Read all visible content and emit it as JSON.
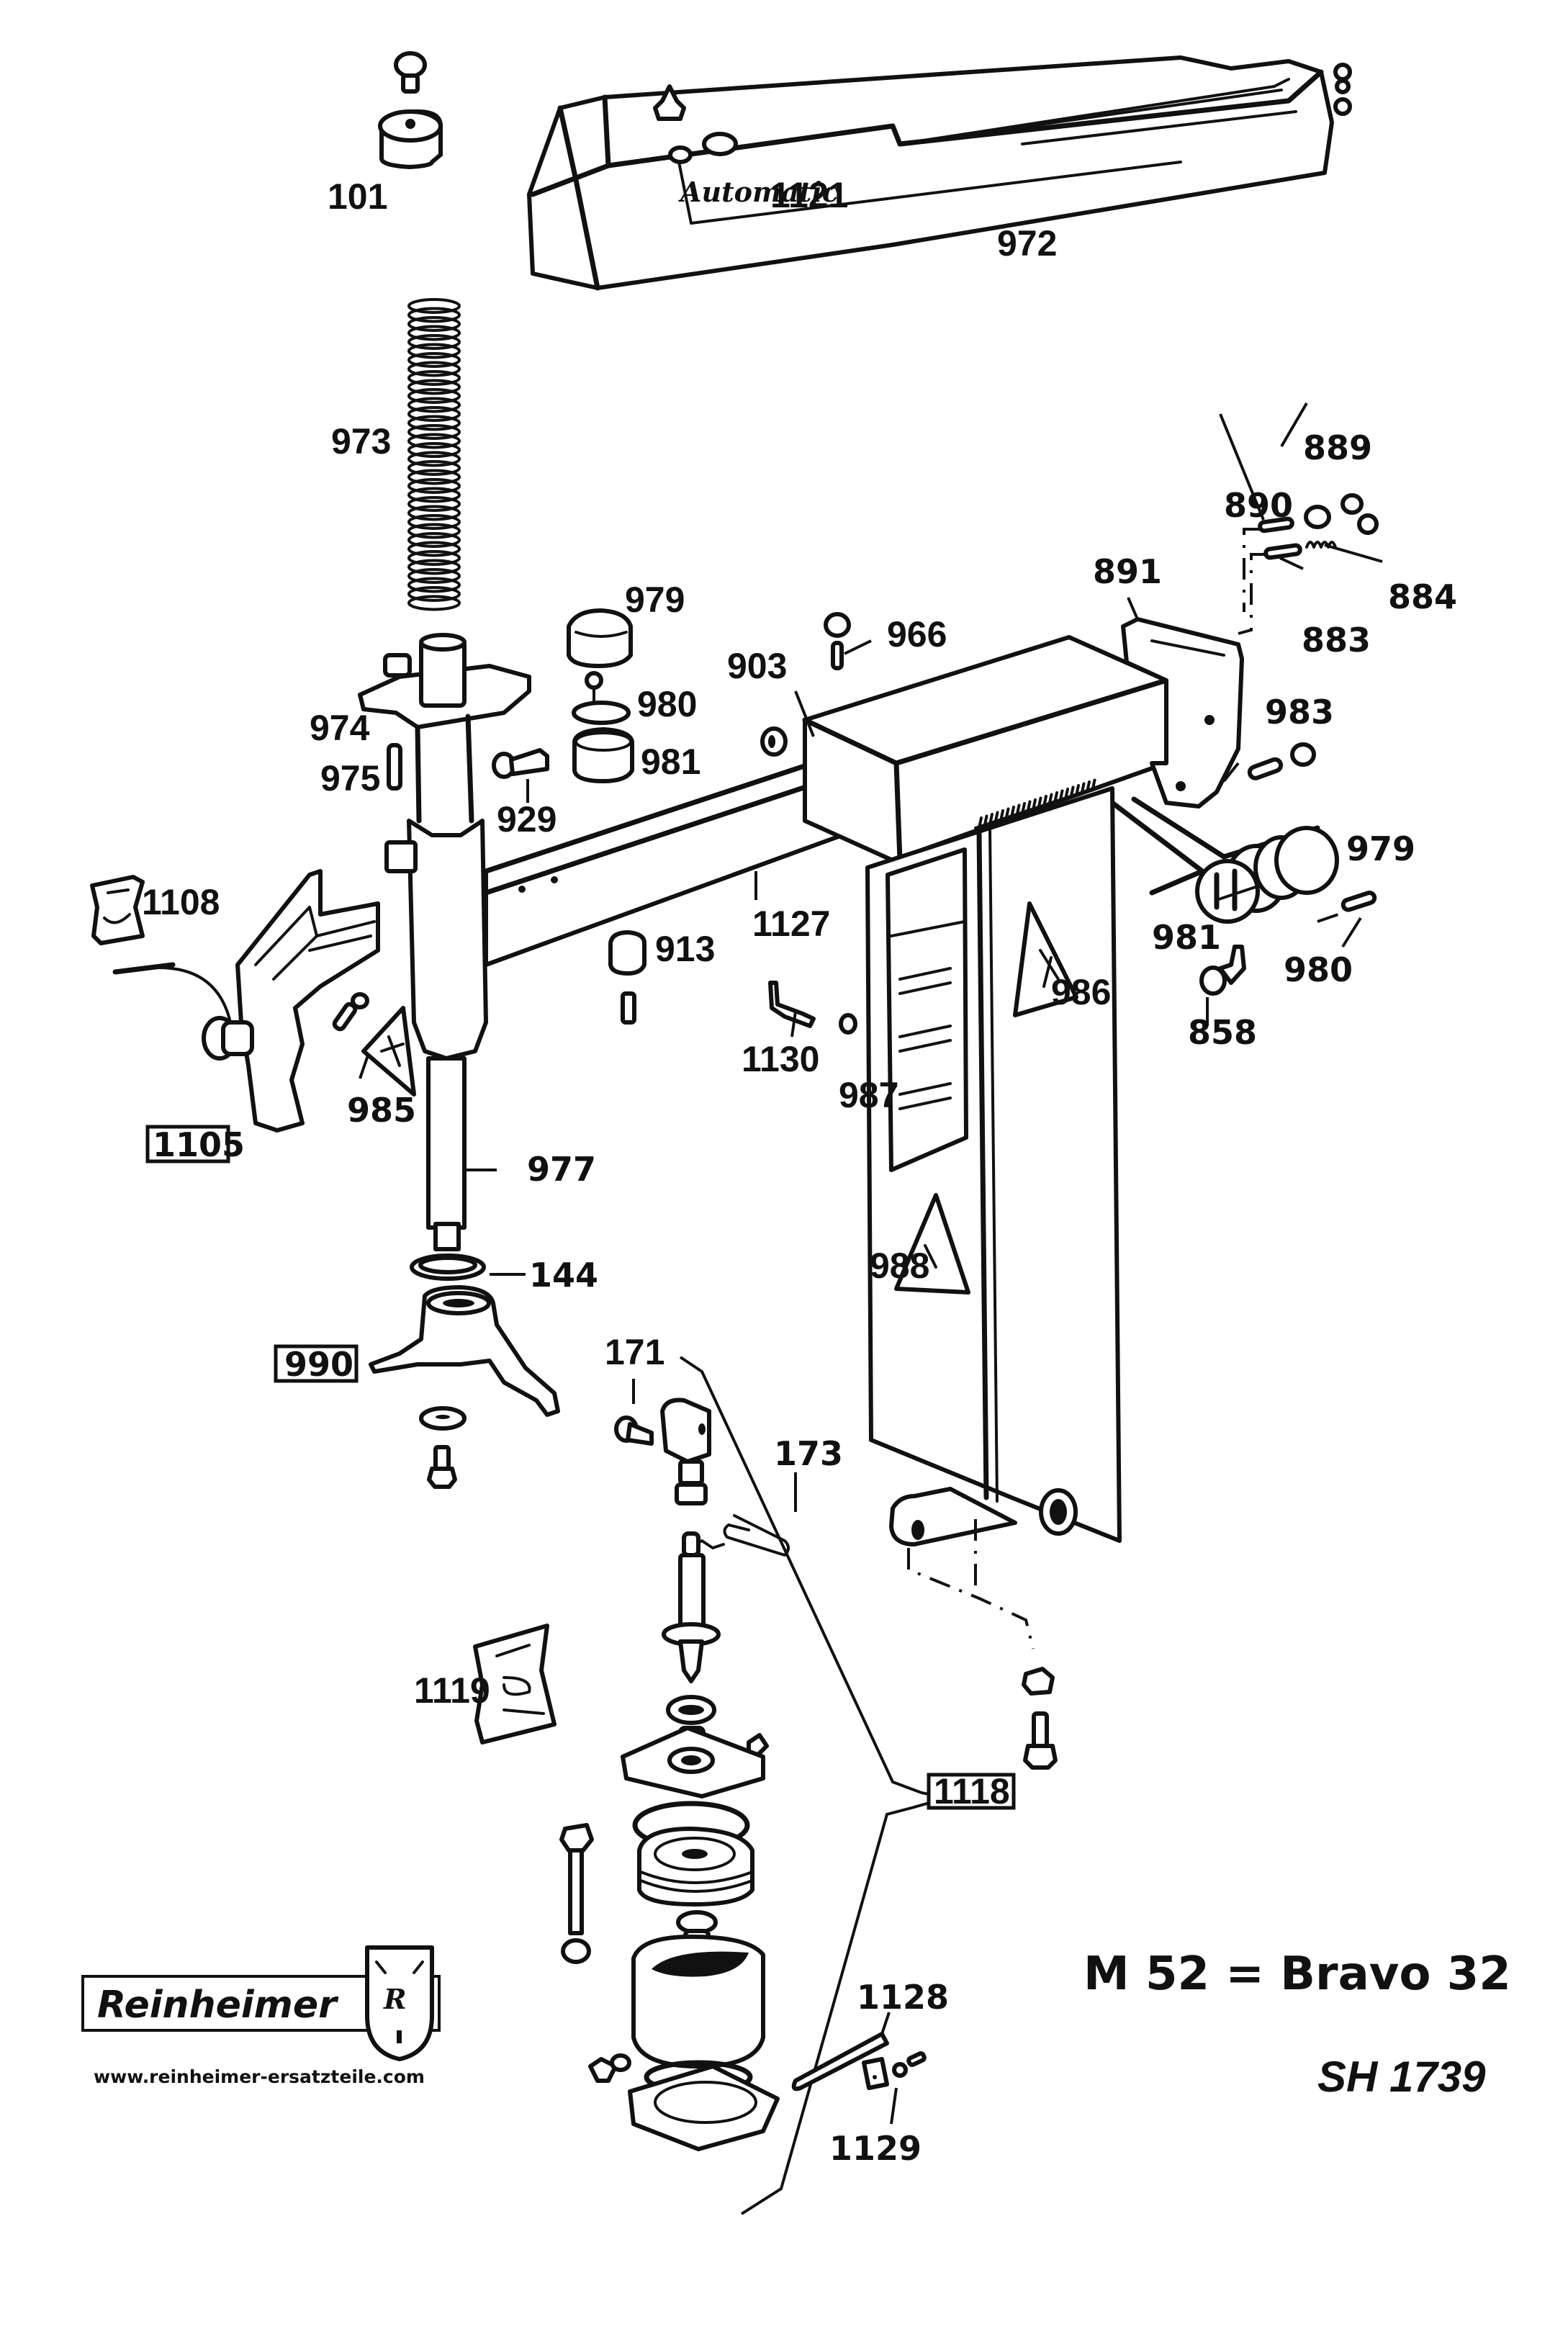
{
  "document": {
    "type": "exploded-view spare parts diagram",
    "model_title": "M 52 = Bravo 32",
    "sheet_number": "SH 1739",
    "brand": {
      "name": "Reinheimer",
      "emblem_letter": "R",
      "url": "www.reinheimer-ersatzteile.com"
    },
    "cover_embossing": "Automatic"
  },
  "callouts": {
    "c101": "101",
    "c1121": "1121",
    "c972": "972",
    "c973": "973",
    "c889": "889",
    "c890": "890",
    "c891": "891",
    "c884": "884",
    "c883": "883",
    "c979a": "979",
    "c966": "966",
    "c903": "903",
    "c980a": "980",
    "c974": "974",
    "c981a": "981",
    "c975": "975",
    "c929": "929",
    "c983": "983",
    "c979b": "979",
    "c1108": "1108",
    "c1127": "1127",
    "c913": "913",
    "c981b": "981",
    "c980b": "980",
    "c986": "986",
    "c858": "858",
    "c1130": "1130",
    "c985": "985",
    "c987": "987",
    "c1105": "1105",
    "c977": "977",
    "c988": "988",
    "c144": "144",
    "c990": "990",
    "c171": "171",
    "c173": "173",
    "c1119": "1119",
    "c1118": "1118",
    "c1128": "1128",
    "c1129": "1129"
  },
  "boxed_assemblies": [
    "1105",
    "990",
    "1118"
  ]
}
